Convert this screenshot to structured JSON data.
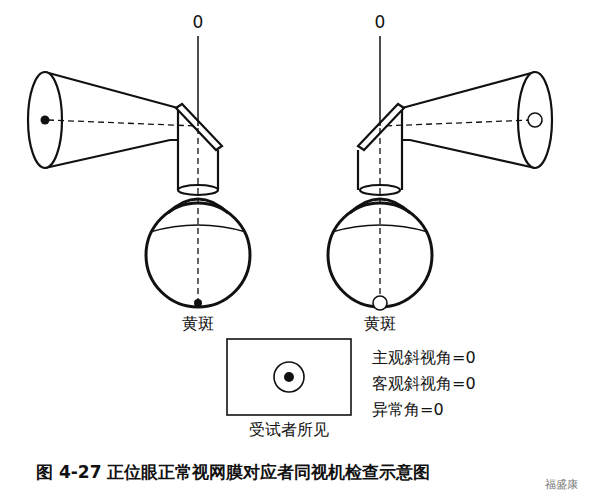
{
  "diagram": {
    "caption": "图 4-27 正位眼正常视网膜对应者同视机检查示意图",
    "nodes": [
      {
        "text": [
          "受试者所见"
        ]
      }
    ],
    "labels": [
      "0",
      "0",
      "黄斑",
      "黄斑",
      "主观斜视角=0",
      "客观斜视角=0",
      "异常角=0",
      "福盛康"
    ]
  }
}
